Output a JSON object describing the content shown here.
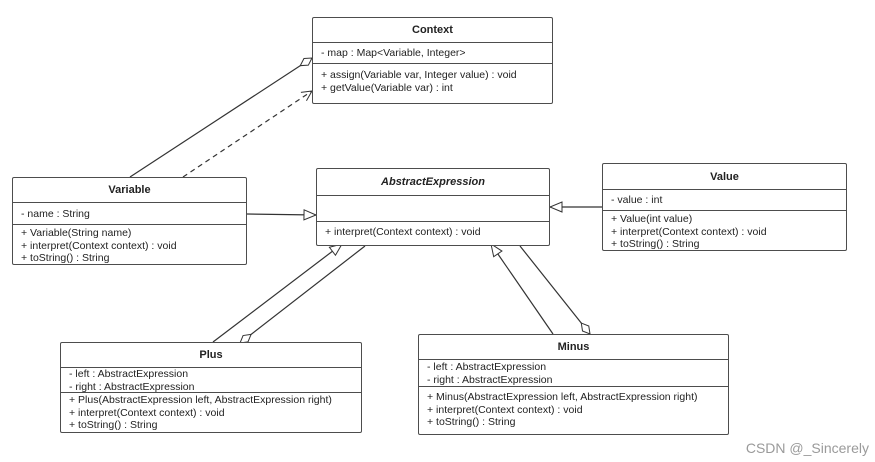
{
  "classes": {
    "context": {
      "name": "Context",
      "attributes": [
        "- map : Map<Variable, Integer>"
      ],
      "operations": [
        "+ assign(Variable var, Integer value) : void",
        "+ getValue(Variable var) : int"
      ]
    },
    "variable": {
      "name": "Variable",
      "attributes": [
        "- name : String"
      ],
      "operations": [
        "+ Variable(String name)",
        "+ interpret(Context context) : void",
        "+ toString() : String"
      ]
    },
    "abstract_expression": {
      "name": "AbstractExpression",
      "attributes": [],
      "operations": [
        "+ interpret(Context context) : void"
      ]
    },
    "value": {
      "name": "Value",
      "attributes": [
        "- value : int"
      ],
      "operations": [
        "+ Value(int value)",
        "+ interpret(Context context) : void",
        "+ toString() : String"
      ]
    },
    "plus": {
      "name": "Plus",
      "attributes": [
        "- left : AbstractExpression",
        "- right : AbstractExpression"
      ],
      "operations": [
        "+ Plus(AbstractExpression left, AbstractExpression right)",
        "+ interpret(Context context) : void",
        "+ toString() : String"
      ]
    },
    "minus": {
      "name": "Minus",
      "attributes": [
        "- left : AbstractExpression",
        "- right : AbstractExpression"
      ],
      "operations": [
        "+ Minus(AbstractExpression left, AbstractExpression right)",
        "+ interpret(Context context) : void",
        "+ toString() : String"
      ]
    }
  },
  "relationships": [
    {
      "from": "Variable",
      "to": "Context",
      "kind": "aggregation"
    },
    {
      "from": "Variable",
      "to": "Context",
      "kind": "dependency"
    },
    {
      "from": "Variable",
      "to": "AbstractExpression",
      "kind": "generalization"
    },
    {
      "from": "Value",
      "to": "AbstractExpression",
      "kind": "generalization"
    },
    {
      "from": "Plus",
      "to": "AbstractExpression",
      "kind": "generalization"
    },
    {
      "from": "Plus",
      "to": "AbstractExpression",
      "kind": "aggregation"
    },
    {
      "from": "Minus",
      "to": "AbstractExpression",
      "kind": "generalization"
    },
    {
      "from": "Minus",
      "to": "AbstractExpression",
      "kind": "aggregation"
    }
  ],
  "watermark": "CSDN @_Sincerely",
  "colors": {
    "line": "#333333",
    "border": "#4d4d4d",
    "watermark": "#9a9a9a"
  }
}
